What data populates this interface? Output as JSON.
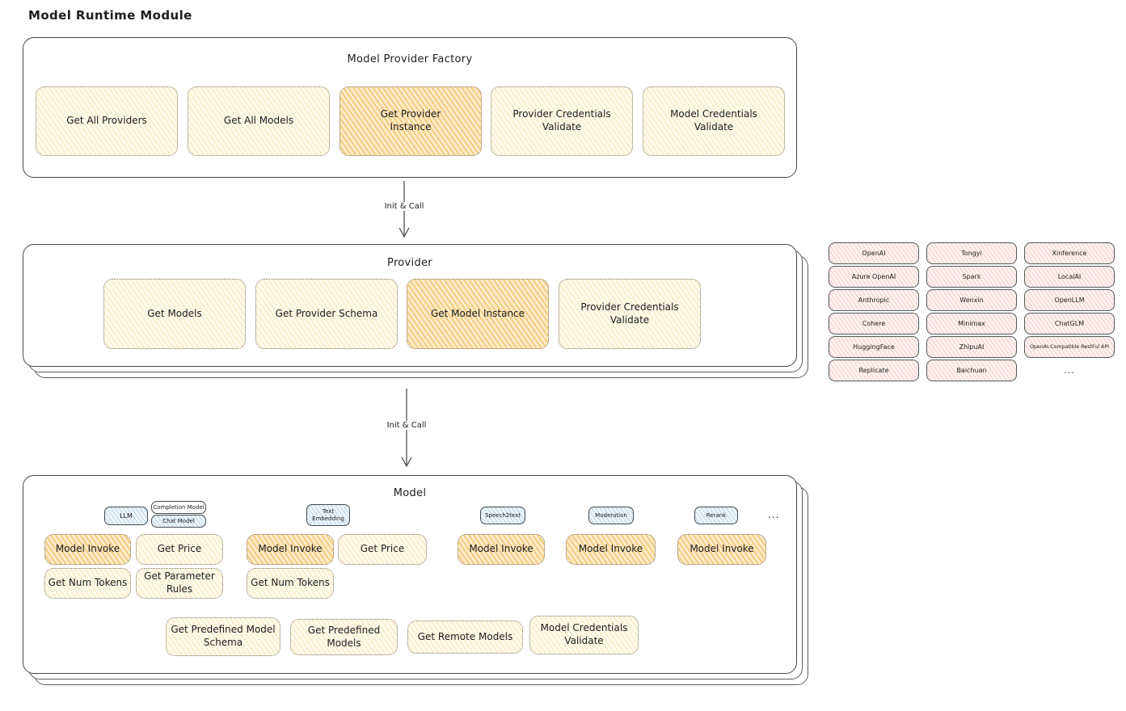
{
  "title": "Model Runtime Module",
  "arrow1": {
    "label": "Init & Call"
  },
  "arrow2": {
    "label": "Init & Call"
  },
  "factory": {
    "title": "Model Provider Factory",
    "buttons": [
      {
        "label": "Get All Providers"
      },
      {
        "label": "Get All Models"
      },
      {
        "label": "Get Provider Instance"
      },
      {
        "label": "Provider Credentials Validate"
      },
      {
        "label": "Model Credentials Validate"
      }
    ]
  },
  "provider": {
    "title": "Provider",
    "buttons": [
      {
        "label": "Get Models"
      },
      {
        "label": "Get Provider Schema"
      },
      {
        "label": "Get Model Instance"
      },
      {
        "label": "Provider Credentials Validate"
      }
    ]
  },
  "providers_list": {
    "items": [
      "OpenAI",
      "Tongyi",
      "Xinference",
      "Azure OpenAI",
      "Spark",
      "LocalAI",
      "Anthropic",
      "Wenxin",
      "OpenLLM",
      "Cohere",
      "Minimax",
      "ChatGLM",
      "HuggingFace",
      "ZhipuAI",
      "OpenAI-Compatible RestFul API",
      "Replicate",
      "Baichuan"
    ],
    "more": "..."
  },
  "model": {
    "title": "Model",
    "more": "...",
    "tabs": {
      "llm": "LLM",
      "completion_model": "Completion Model",
      "chat_model": "Chat Model",
      "text_embedding": "Text Embedding",
      "speech2text": "Speech2text",
      "moderation": "Moderation",
      "rerank": "Rerank"
    },
    "buttons": {
      "llm_model_invoke": "Model Invoke",
      "llm_get_price": "Get Price",
      "llm_get_num_tokens": "Get Num Tokens",
      "llm_get_parameter_rules": "Get Parameter Rules",
      "te_model_invoke": "Model Invoke",
      "te_get_price": "Get Price",
      "te_get_num_tokens": "Get Num Tokens",
      "s2t_model_invoke": "Model Invoke",
      "moderation_model_invoke": "Model Invoke",
      "rerank_model_invoke": "Model Invoke"
    },
    "bottom_buttons": [
      {
        "label": "Get Predefined Model Schema"
      },
      {
        "label": "Get Predefined Models"
      },
      {
        "label": "Get Remote Models"
      },
      {
        "label": "Model Credentials Validate"
      }
    ]
  },
  "colors": {
    "outline": "#46494e",
    "highlight_fill": "#f6c26f",
    "light_fill": "#fdf3d2",
    "provider_chip_fill": "#fbe3e0",
    "tab_fill": "#d9eaf6"
  }
}
